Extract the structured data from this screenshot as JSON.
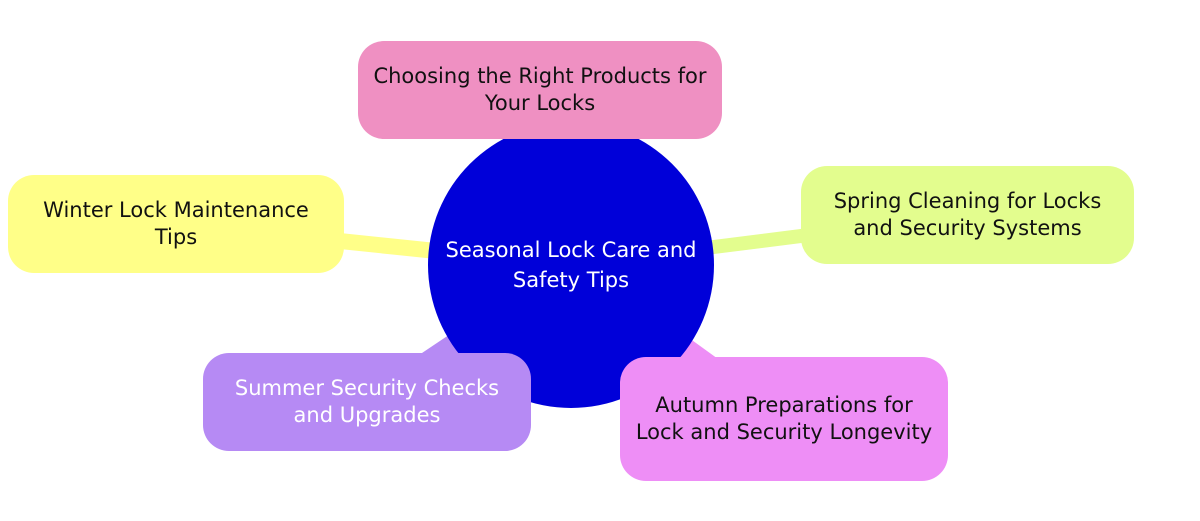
{
  "diagram": {
    "center": {
      "label": "Seasonal Lock Care and Safety Tips",
      "color": "#0000d9",
      "text_color": "#ffffff"
    },
    "branches": [
      {
        "id": "products",
        "label": "Choosing the Right Products for Your Locks",
        "color": "#ef90c2",
        "text_color": "#111111"
      },
      {
        "id": "winter",
        "label": "Winter Lock Maintenance Tips",
        "color": "#ffff88",
        "text_color": "#111111"
      },
      {
        "id": "spring",
        "label": "Spring Cleaning for Locks and Security Systems",
        "color": "#e3fd8e",
        "text_color": "#111111"
      },
      {
        "id": "summer",
        "label": "Summer Security Checks and Upgrades",
        "color": "#b68af4",
        "text_color": "#ffffff"
      },
      {
        "id": "autumn",
        "label": "Autumn Preparations for Lock and Security Longevity",
        "color": "#ee8ef6",
        "text_color": "#111111"
      }
    ]
  }
}
